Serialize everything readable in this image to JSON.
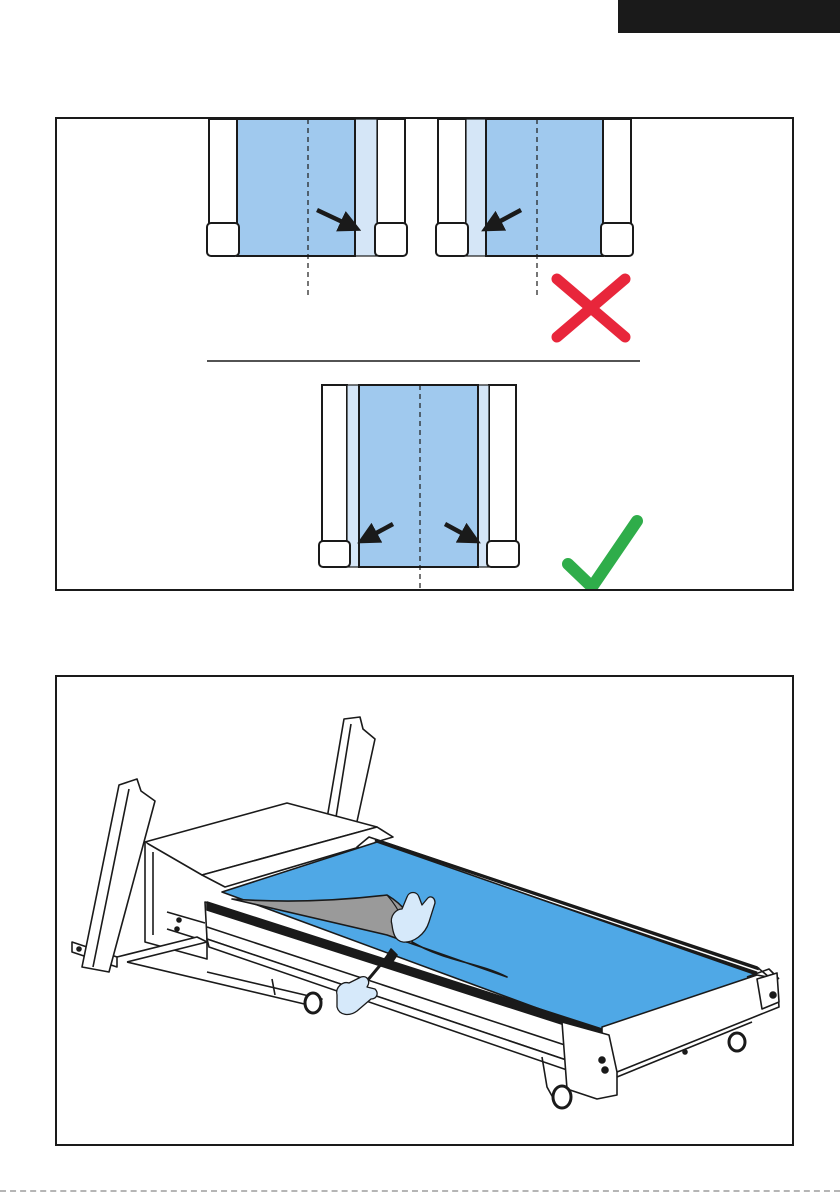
{
  "colors": {
    "belt_light": "#a0c9ee",
    "belt_edge": "#d5e6f7",
    "belt_bright": "#4fa8e6",
    "deck_grey": "#9a9a9a",
    "glove": "#d6e9fa",
    "cross": "#e8263b",
    "check": "#2fad4a",
    "ink": "#1a1a1a"
  },
  "figures": [
    {
      "id": "belt-alignment",
      "panels": [
        {
          "id": "belt-shifted-right",
          "arrow": "right",
          "correct": false
        },
        {
          "id": "belt-shifted-left",
          "arrow": "left",
          "correct": false
        },
        {
          "id": "belt-centered",
          "arrows": [
            "left",
            "right"
          ],
          "correct": true
        }
      ],
      "marks": [
        "cross-icon",
        "check-icon"
      ]
    },
    {
      "id": "belt-lubrication",
      "subject": "treadmill",
      "icons": [
        "glove-hand-icon",
        "glove-hand-with-tube-icon"
      ]
    }
  ]
}
